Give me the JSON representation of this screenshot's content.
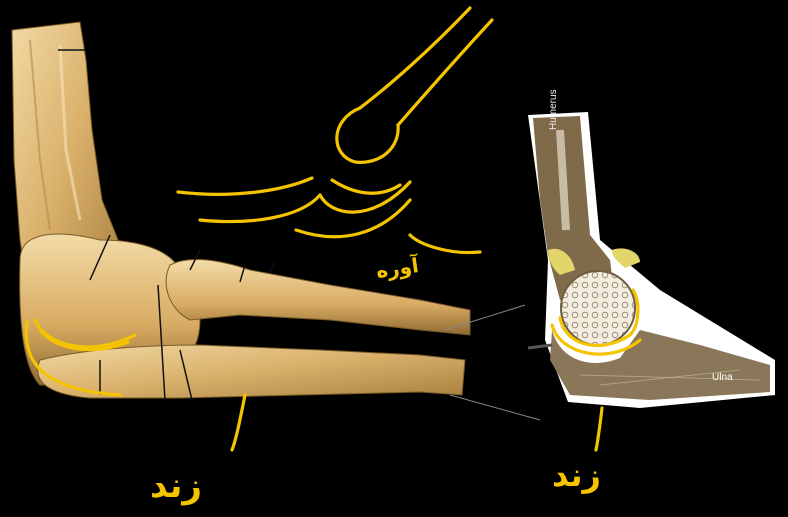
{
  "diagram": {
    "labels": {
      "humerus": "Humerus",
      "ulna": "Ulna"
    },
    "handwritten": {
      "right_upper": "آوره",
      "bottom_left": "زند",
      "bottom_right": "زند"
    }
  },
  "colors": {
    "background": "#000000",
    "annotation_ink": "#f5c400",
    "bone_light": "#e8c98a",
    "bone_shadow": "#9b7a3e",
    "cartilage": "#f1e6a0",
    "inset_bg": "#ffffff"
  }
}
